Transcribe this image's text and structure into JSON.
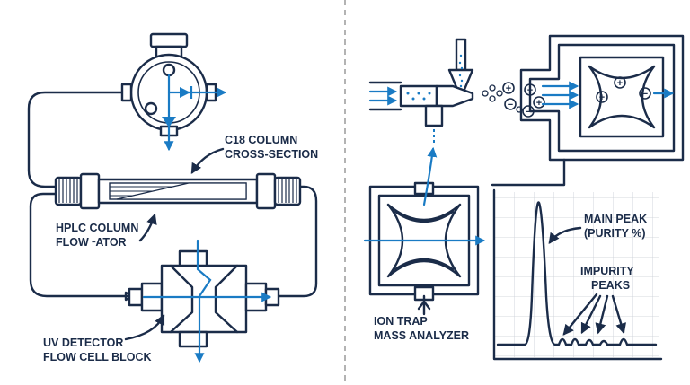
{
  "colors": {
    "ink": "#1b2c49",
    "accent": "#1a7bc4",
    "background": "#ffffff",
    "divider": "#9a9a9a"
  },
  "left_panel": {
    "labels": {
      "c18_line1": "C18 COLUMN",
      "c18_line2": "CROSS-SECTION",
      "hplc_line1": "HPLC COLUMN",
      "hplc_line2": "FLOW╶ATOR",
      "uv_line1": "UV DETECTOR",
      "uv_line2": "FLOW CELL BLOCK"
    }
  },
  "right_panel": {
    "labels": {
      "ion_trap_line1": "ION TRAP",
      "ion_trap_line2": "MASS ANALYZER",
      "main_peak_line1": "MAIN PEAK",
      "main_peak_line2": "(PURITY %)",
      "impurity_line1": "IMPURITY",
      "impurity_line2": "PEAKS"
    },
    "ion_symbols": [
      "+",
      "−",
      "+",
      "+",
      "−",
      "+",
      "+",
      "−"
    ]
  }
}
